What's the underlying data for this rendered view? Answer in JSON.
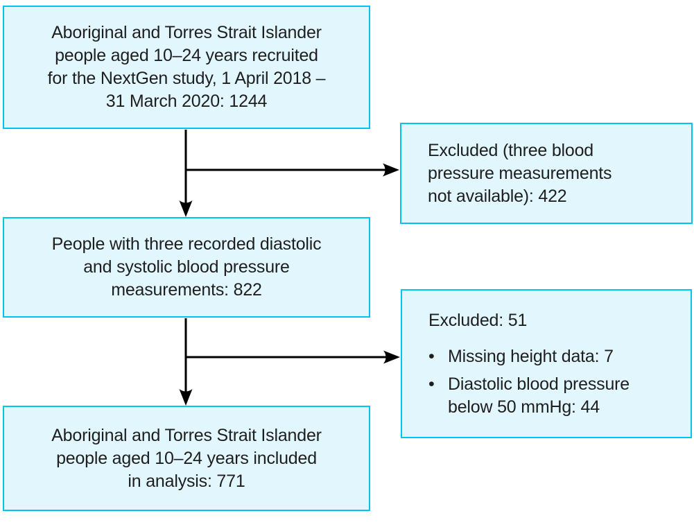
{
  "colors": {
    "box_fill": "#e2f7fd",
    "box_border": "#00c3f2",
    "arrow": "#000000",
    "text": "#1e1e1e"
  },
  "flowchart": {
    "main_boxes": [
      {
        "id": "recruited",
        "lines": [
          "Aboriginal and Torres Strait Islander",
          "people aged 10–24 years recruited",
          "for the NextGen study, 1 April 2018 –",
          "31 March 2020: 1244"
        ]
      },
      {
        "id": "measured",
        "lines": [
          "People with three recorded diastolic",
          "and systolic blood pressure",
          "measurements: 822"
        ]
      },
      {
        "id": "included",
        "lines": [
          "Aboriginal and Torres Strait Islander",
          "people aged 10–24 years included",
          "in analysis: 771"
        ]
      }
    ],
    "side_boxes": [
      {
        "id": "excluded-1",
        "lines": [
          "Excluded (three blood",
          "pressure measurements",
          "not available): 422"
        ]
      },
      {
        "id": "excluded-2",
        "heading": "Excluded: 51",
        "bullet_glyph": "•",
        "bullets": [
          "Missing height data: 7",
          "Diastolic blood pressure below 50 mmHg: 44"
        ]
      }
    ]
  }
}
